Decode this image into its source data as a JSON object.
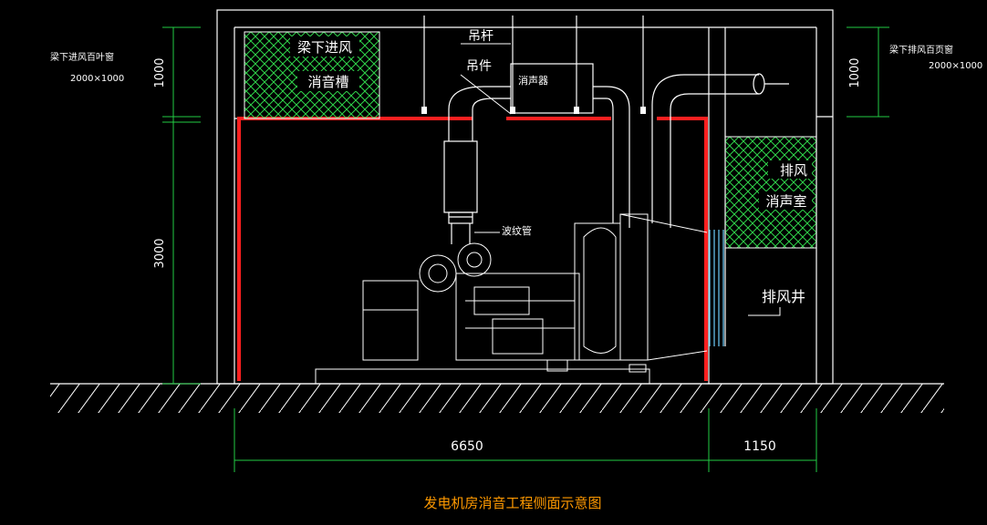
{
  "labels": {
    "top_left_window": "梁下进风百叶窗",
    "top_left_size": "2000×1000",
    "top_right_window": "梁下排风百页窗",
    "top_right_size": "2000×1000",
    "intake_box_line1": "梁下进风",
    "intake_box_line2": "消音槽",
    "hanger_rod": "吊杆",
    "hanger": "吊件",
    "muffler": "消声器",
    "bellows": "波纹管",
    "exhaust_room_line1": "排风",
    "exhaust_room_line2": "消声室",
    "exhaust_shaft": "排风井",
    "dim_left_top": "1000",
    "dim_left_main": "3000",
    "dim_right_top": "1000",
    "dim_bottom_main": "6650",
    "dim_bottom_right": "1150",
    "caption": "发电机房消音工程侧面示意图"
  },
  "colors": {
    "background": "#000000",
    "wall": "#ffffff",
    "lining": "#ff2020",
    "dimension": "#22cc44",
    "text": "#ffffff",
    "caption": "#ff9900"
  }
}
